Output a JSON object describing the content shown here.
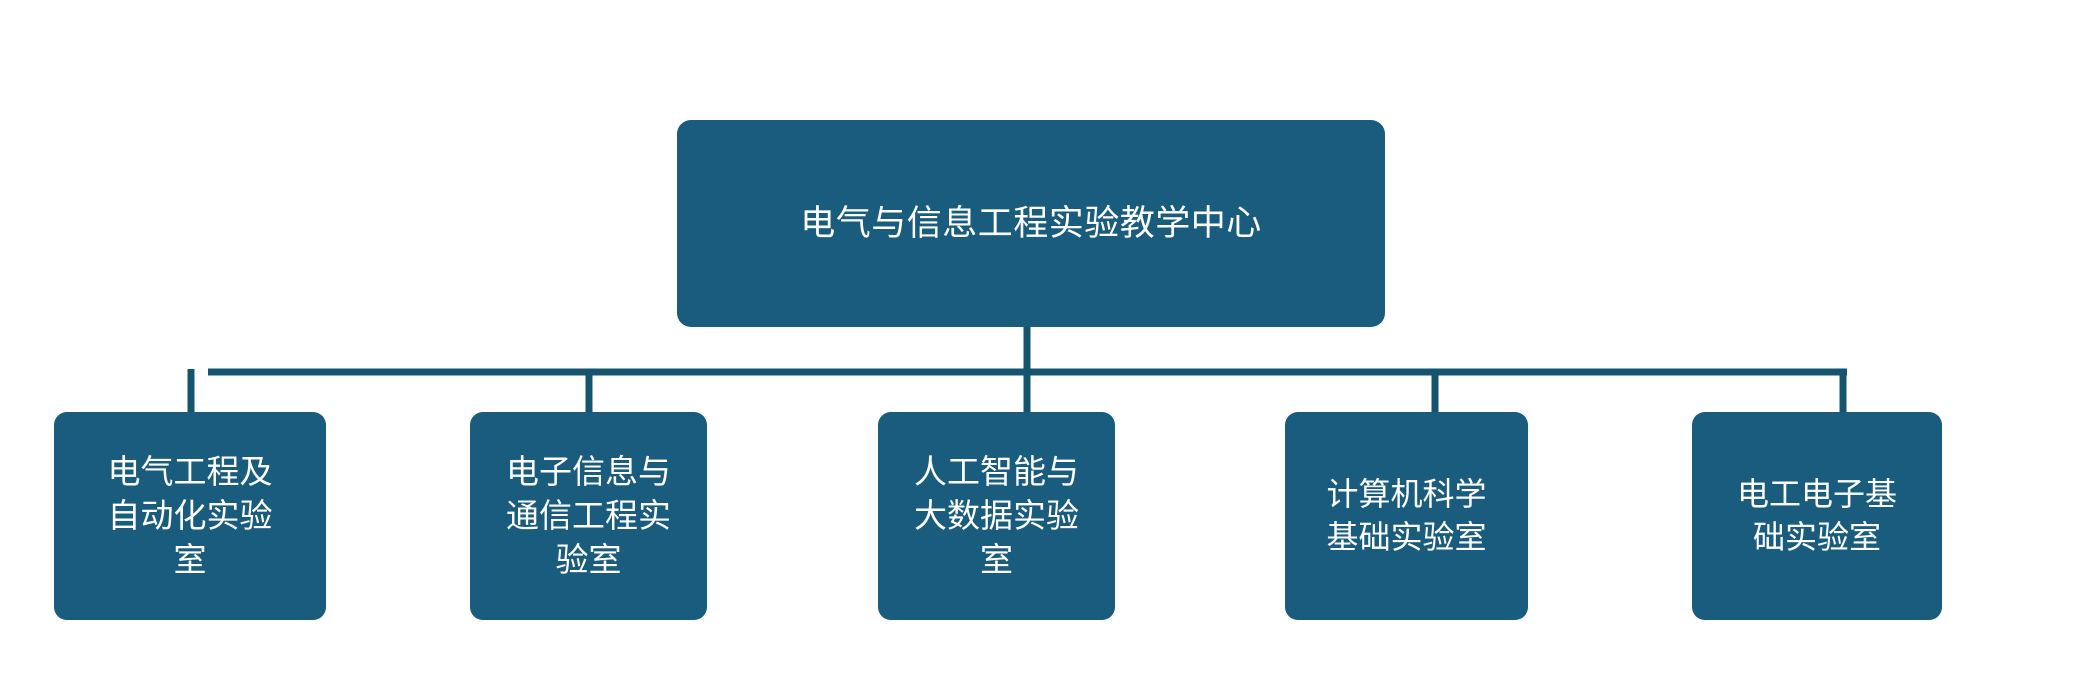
{
  "diagram": {
    "title_text": "电气与信息工程实验教学中心",
    "background_color": "#ffffff",
    "node_fill_color": "#1a5c7d",
    "node_text_color": "#ffffff",
    "connector_color": "#15546f",
    "root": {
      "label": "电气与信息工程实验教学中心"
    },
    "children": [
      {
        "label": "电气工程及\n自动化实验\n室"
      },
      {
        "label": "电子信息与\n通信工程实\n验室"
      },
      {
        "label": "人工智能与\n大数据实验\n室"
      },
      {
        "label": "计算机科学\n基础实验室"
      },
      {
        "label": "电工电子基\n础实验室"
      }
    ]
  }
}
